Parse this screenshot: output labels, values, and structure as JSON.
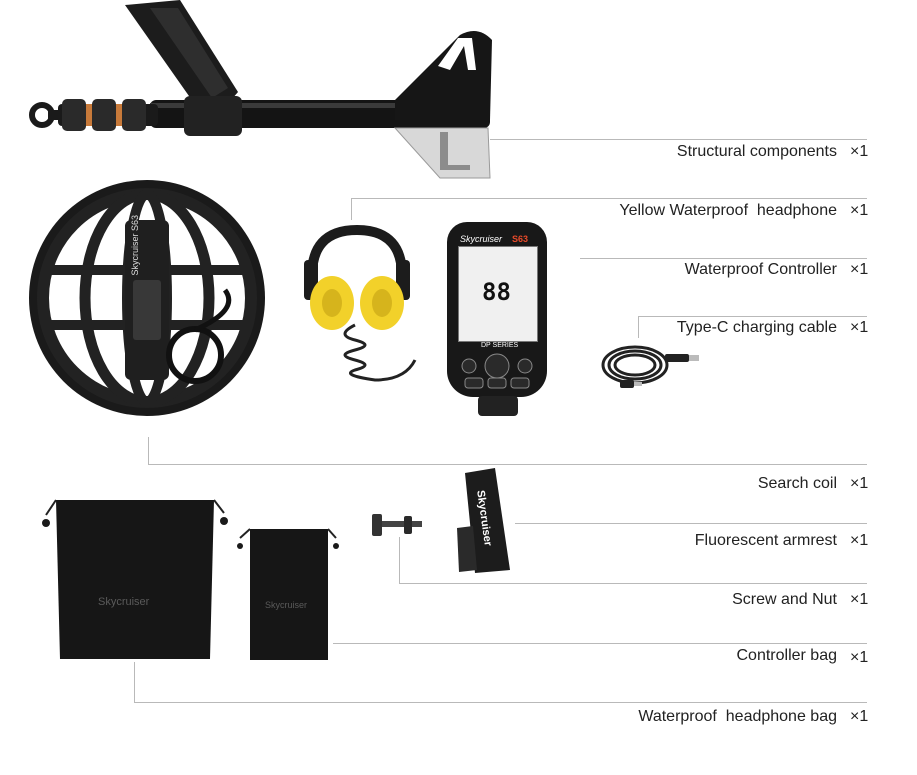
{
  "items": [
    {
      "label": "Structural components",
      "qty": "×1"
    },
    {
      "label": "Yellow Waterproof  headphone",
      "qty": "×1"
    },
    {
      "label": "Waterproof Controller",
      "qty": "×1"
    },
    {
      "label": "Type-C charging cable",
      "qty": "×1"
    },
    {
      "label": "Search coil",
      "qty": "×1"
    },
    {
      "label": "Fluorescent armrest",
      "qty": "×1"
    },
    {
      "label": "Screw and Nut",
      "qty": "×1"
    },
    {
      "label": "Controller bag",
      "qty": "×1"
    },
    {
      "label": "Waterproof  headphone bag",
      "qty": "×1"
    }
  ],
  "controller": {
    "brand": "Skycruiser",
    "model": "S63",
    "series": "DP SERIES",
    "display_number": "88"
  },
  "coil_brand": "Skycruiser S63",
  "armrest_brand": "Skycruiser",
  "bag_brand": "Skycruiser"
}
